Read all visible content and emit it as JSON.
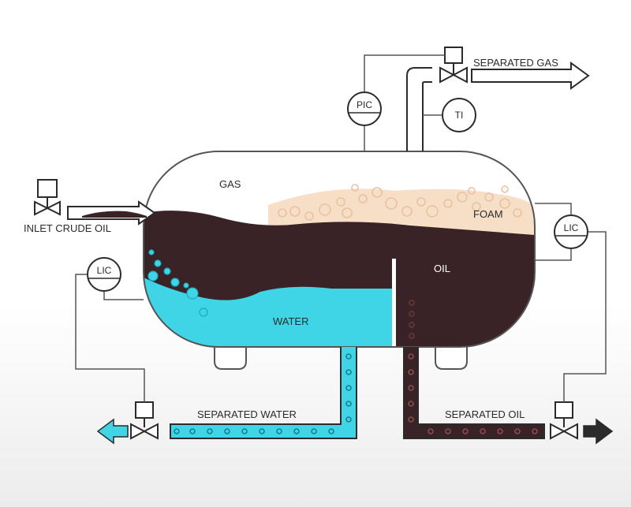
{
  "diagram": {
    "labels": {
      "gas": "GAS",
      "foam": "FOAM",
      "oil": "OIL",
      "water": "WATER",
      "inlet": "INLET CRUDE OIL",
      "separated_gas": "SEPARATED GAS",
      "separated_water": "SEPARATED WATER",
      "separated_oil": "SEPARATED OIL"
    },
    "instruments": {
      "pic": "PIC",
      "ti": "TI",
      "lic_water": "LIC",
      "lic_oil": "LIC"
    },
    "colors": {
      "oil": "#3a2327",
      "water": "#3fd5e6",
      "foam": "#f6dfc6",
      "outline": "#555555",
      "pipe": "#2b2b2b"
    }
  }
}
